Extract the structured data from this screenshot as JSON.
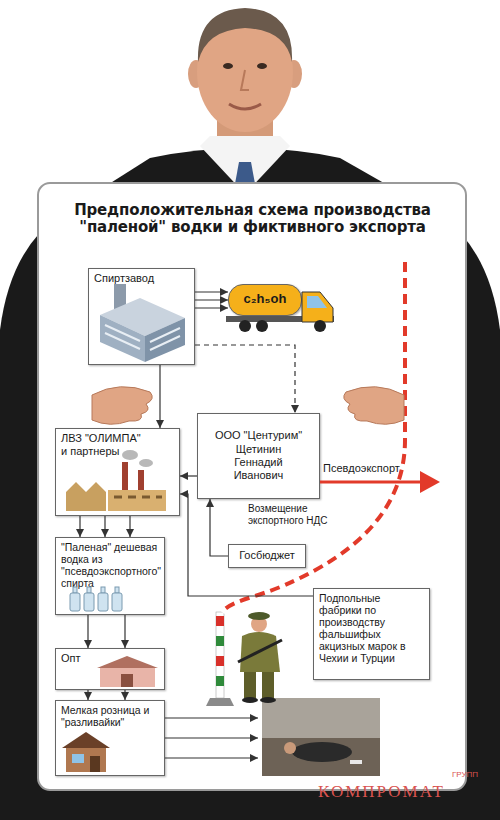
{
  "diagram": {
    "title": "Предположительная схема производства \"паленой\" водки и фиктивного экспорта",
    "nodes": [
      {
        "text": [
          "Спиртзавод"
        ]
      },
      {
        "text": [
          "c₂h₅oh"
        ]
      },
      {
        "text": [
          "ЛВЗ \"ОЛИМПА\" и партнеры"
        ]
      },
      {
        "text": [
          "ООО \"Центурим\"",
          "Щетинин Геннадий Иванович"
        ]
      },
      {
        "text": [
          "\"Паленая\" дешевая водка из \"псевдоэкспортного\" спирта"
        ]
      },
      {
        "text": [
          "Госбюджет"
        ]
      },
      {
        "text": [
          "Подпольные фабрики по производству фальшифых акцизных марок в Чехии и Турции"
        ]
      },
      {
        "text": [
          "Опт"
        ]
      },
      {
        "text": [
          "Мелкая розница и \"разливайки\""
        ]
      }
    ],
    "edges": [
      {
        "from": 0,
        "to": 1,
        "arrow": "to"
      },
      {
        "from": 0,
        "to": 1,
        "arrow": "to"
      },
      {
        "from": 0,
        "to": 1,
        "arrow": "to"
      },
      {
        "from": 0,
        "to": 3,
        "arrow": "to"
      },
      {
        "from": 0,
        "to": 2,
        "arrow": "to"
      },
      {
        "from": 3,
        "to": 2,
        "arrow": "to"
      },
      {
        "from": 5,
        "to": 3,
        "arrow": "to",
        "label": "Возмещение экспортного НДС"
      },
      {
        "from": 6,
        "to": 2,
        "arrow": "to"
      },
      {
        "from": 2,
        "to": 4,
        "arrow": "to"
      },
      {
        "from": 2,
        "to": 4,
        "arrow": "to"
      },
      {
        "from": 2,
        "to": 4,
        "arrow": "to"
      },
      {
        "from": 4,
        "to": 7,
        "arrow": "to"
      },
      {
        "from": 4,
        "to": 7,
        "arrow": "to"
      },
      {
        "from": 7,
        "to": 8,
        "arrow": "to"
      },
      {
        "from": 7,
        "to": 8,
        "arrow": "to"
      }
    ],
    "labels": [
      "Псевдоэкспорт",
      "ГРУПП",
      "КОМПРОМАТ"
    ]
  }
}
